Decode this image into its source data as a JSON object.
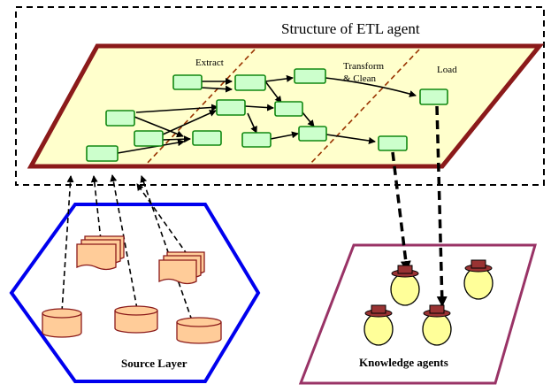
{
  "diagram": {
    "title": "Structure of ETL agent",
    "stages": {
      "extract": "Extract",
      "transform_line1": "Transform",
      "transform_line2": "& Clean",
      "load": "Load"
    },
    "source_layer_label": "Source Layer",
    "knowledge_agents_label": "Knowledge agents",
    "colors": {
      "plane_fill": "#FFFFCC",
      "plane_border": "#8B1A1A",
      "node_fill": "#CCFFCC",
      "node_border": "#118811",
      "hexagon_border": "#0000EE",
      "agents_border": "#993366",
      "source_fill": "#FFCC99",
      "agent_face": "#FFFF99",
      "agent_hat": "#993333",
      "stage_divider": "#993300"
    }
  }
}
